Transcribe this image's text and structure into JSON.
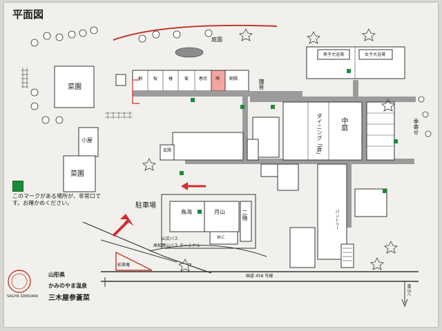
{
  "title": "平面図",
  "labels": {
    "garden": "庭園",
    "vegetable_garden": "菜園",
    "vegetable_garden_2": "菜園",
    "hut": "小屋",
    "parking": "駐車場",
    "dining": "ダイニング「蒼」",
    "courtyard": "中庭",
    "building_north_men": "男子大浴場",
    "building_north_women": "女子大浴場",
    "shrine": "鐘音",
    "entrance_hall": "玄関",
    "tea_house": "松茶庵",
    "pantry": "パントリー",
    "bus_stop": "山交バス",
    "bus_stop_sub": "高松葉山バス ターミナル",
    "road": "国道 458 号線",
    "to_hayama": "葉山へ",
    "bldg_a_left": "鳥海",
    "bldg_a_right": "月山",
    "bldg_b": "二階",
    "side_right": "季寄せ",
    "room_1": "桐",
    "room_2": "桜",
    "room_3": "椿",
    "room_4": "菊",
    "room_5": "春月",
    "room_6": "萌",
    "room_7": "朝陽",
    "wc": "W.C"
  },
  "notice": "このマークがある場所が、非常口です。お確かめください。",
  "brand": {
    "prefecture": "山形県",
    "onsen": "かみのやま温泉",
    "name": "三木屋参蒼菜",
    "seal_text": "SAGIYA SANSORAI"
  },
  "colors": {
    "walkway": "#9b9b9b",
    "arrow": "#d42c2c",
    "highlight": "#f4a5a0",
    "exit": "#1b8a3a"
  },
  "icons": [
    "emergency-exit-icon",
    "tree-icon",
    "star-tree-icon",
    "arrow-up-right-icon",
    "arrow-left-icon",
    "route-arrow-icon"
  ]
}
